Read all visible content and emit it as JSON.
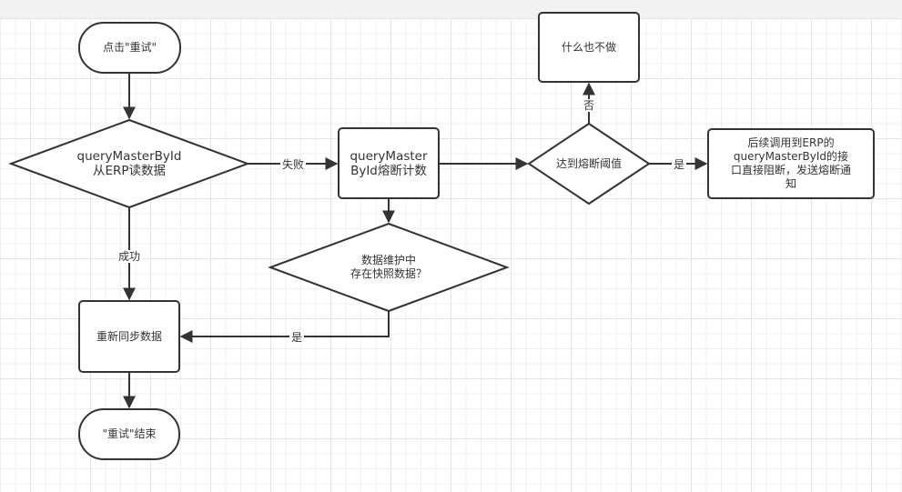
{
  "diagram": {
    "type": "flowchart",
    "nodes": {
      "start": {
        "label": "点击\"重试\"",
        "shape": "terminal"
      },
      "query": {
        "label": "queryMasterById\n从ERP读数据",
        "shape": "decision"
      },
      "count": {
        "label": "queryMaster\nById熔断计数",
        "shape": "process"
      },
      "threshold": {
        "label": "达到熔断阈值",
        "shape": "decision"
      },
      "nothing": {
        "label": "什么也不做",
        "shape": "process"
      },
      "block": {
        "label": "后续调用到ERP的\nqueryMasterById的接\n口直接阻断，发送熔断通\n知",
        "shape": "process"
      },
      "snapshot": {
        "label": "数据维护中\n存在快照数据？",
        "shape": "decision"
      },
      "resync": {
        "label": "重新同步数据",
        "shape": "process"
      },
      "end": {
        "label": "\"重试\"结束",
        "shape": "terminal"
      }
    },
    "edges": {
      "start_query": {
        "from": "start",
        "to": "query",
        "label": ""
      },
      "query_count": {
        "from": "query",
        "to": "count",
        "label": "失败"
      },
      "query_resync": {
        "from": "query",
        "to": "resync",
        "label": "成功"
      },
      "count_threshold": {
        "from": "count",
        "to": "threshold",
        "label": ""
      },
      "count_snapshot": {
        "from": "count",
        "to": "snapshot",
        "label": ""
      },
      "threshold_nothing": {
        "from": "threshold",
        "to": "nothing",
        "label": "否"
      },
      "threshold_block": {
        "from": "threshold",
        "to": "block",
        "label": "是"
      },
      "snapshot_resync": {
        "from": "snapshot",
        "to": "resync",
        "label": "是"
      },
      "resync_end": {
        "from": "resync",
        "to": "end",
        "label": ""
      }
    }
  }
}
